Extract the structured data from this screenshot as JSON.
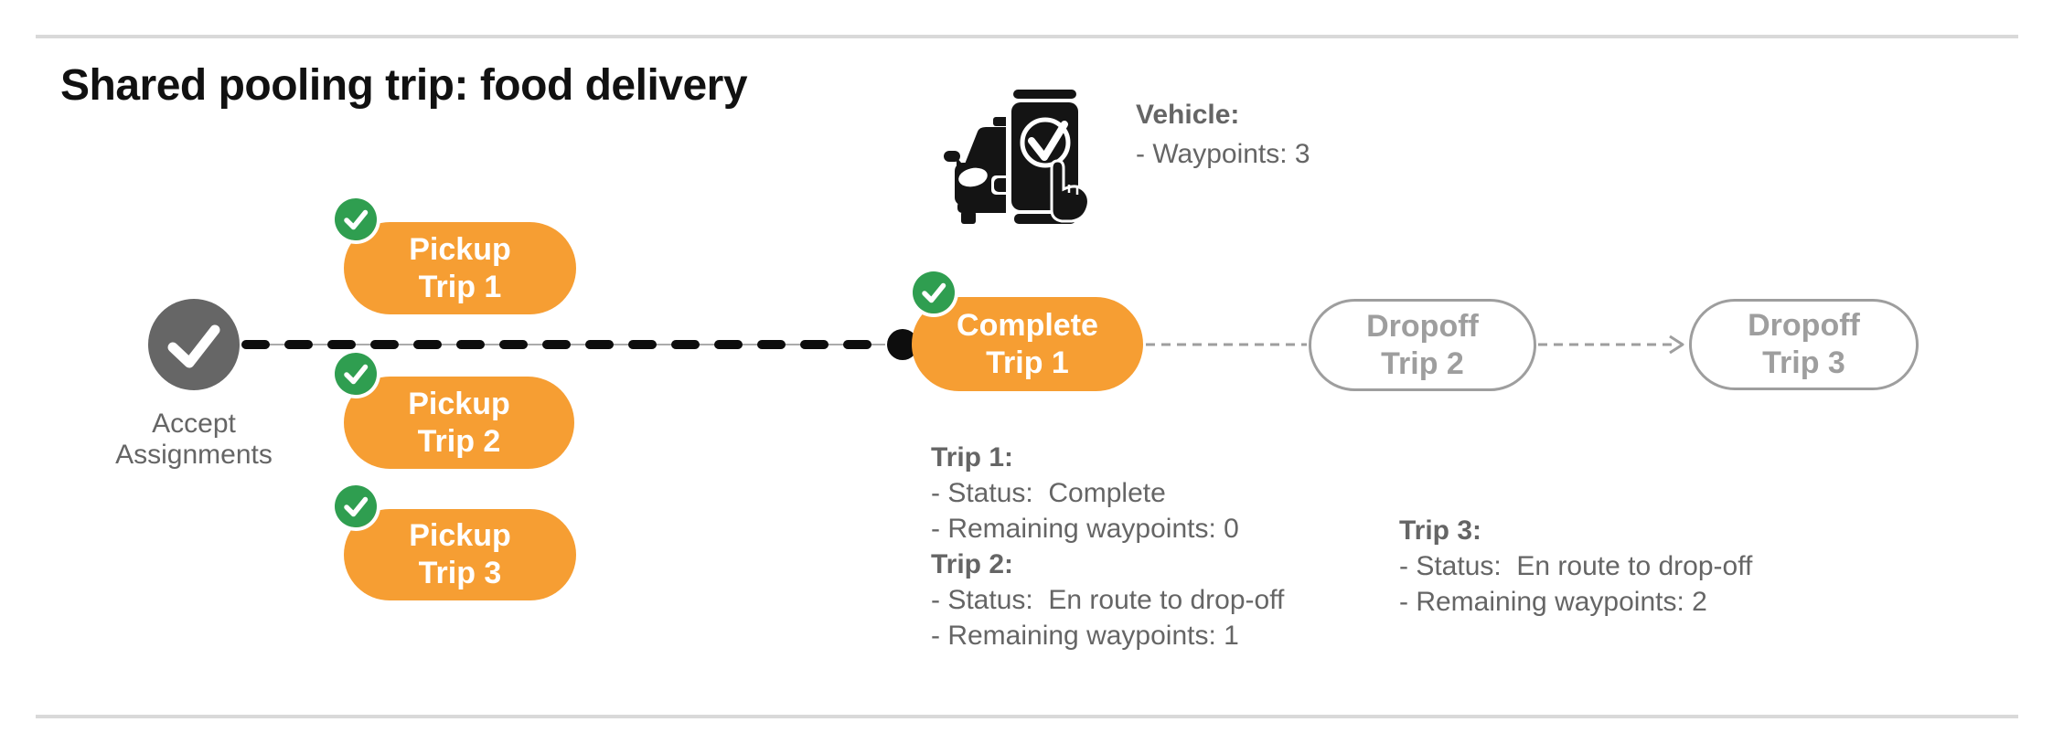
{
  "title": "Shared pooling trip: food delivery",
  "vehicle": {
    "label": "Vehicle:",
    "waypoints": "- Waypoints: 3"
  },
  "flow": {
    "accept": {
      "line1": "Accept",
      "line2": "Assignments"
    },
    "pickups": [
      {
        "line1": "Pickup",
        "line2": "Trip 1"
      },
      {
        "line1": "Pickup",
        "line2": "Trip 2"
      },
      {
        "line1": "Pickup",
        "line2": "Trip 3"
      }
    ],
    "complete": {
      "line1": "Complete",
      "line2": "Trip 1"
    },
    "dropoffs": [
      {
        "line1": "Dropoff",
        "line2": "Trip 2"
      },
      {
        "line1": "Dropoff",
        "line2": "Trip 3"
      }
    ]
  },
  "status_blocks": [
    {
      "entries": [
        {
          "title": "Trip 1:",
          "lines": [
            "- Status:  Complete",
            "- Remaining waypoints: 0"
          ]
        },
        {
          "title": "Trip 2:",
          "lines": [
            "- Status:  En route to drop-off",
            "- Remaining waypoints: 1"
          ]
        }
      ]
    },
    {
      "entries": [
        {
          "title": "Trip 3:",
          "lines": [
            "- Status:  En route to drop-off",
            "- Remaining waypoints: 2"
          ]
        }
      ]
    }
  ],
  "colors": {
    "orange": "#F69E33",
    "green": "#2F9E50",
    "node_gray": "#666666",
    "text_gray": "#656565",
    "ghost_gray": "#9E9E9E",
    "rule_gray": "#D9D9D9",
    "black": "#111111"
  }
}
